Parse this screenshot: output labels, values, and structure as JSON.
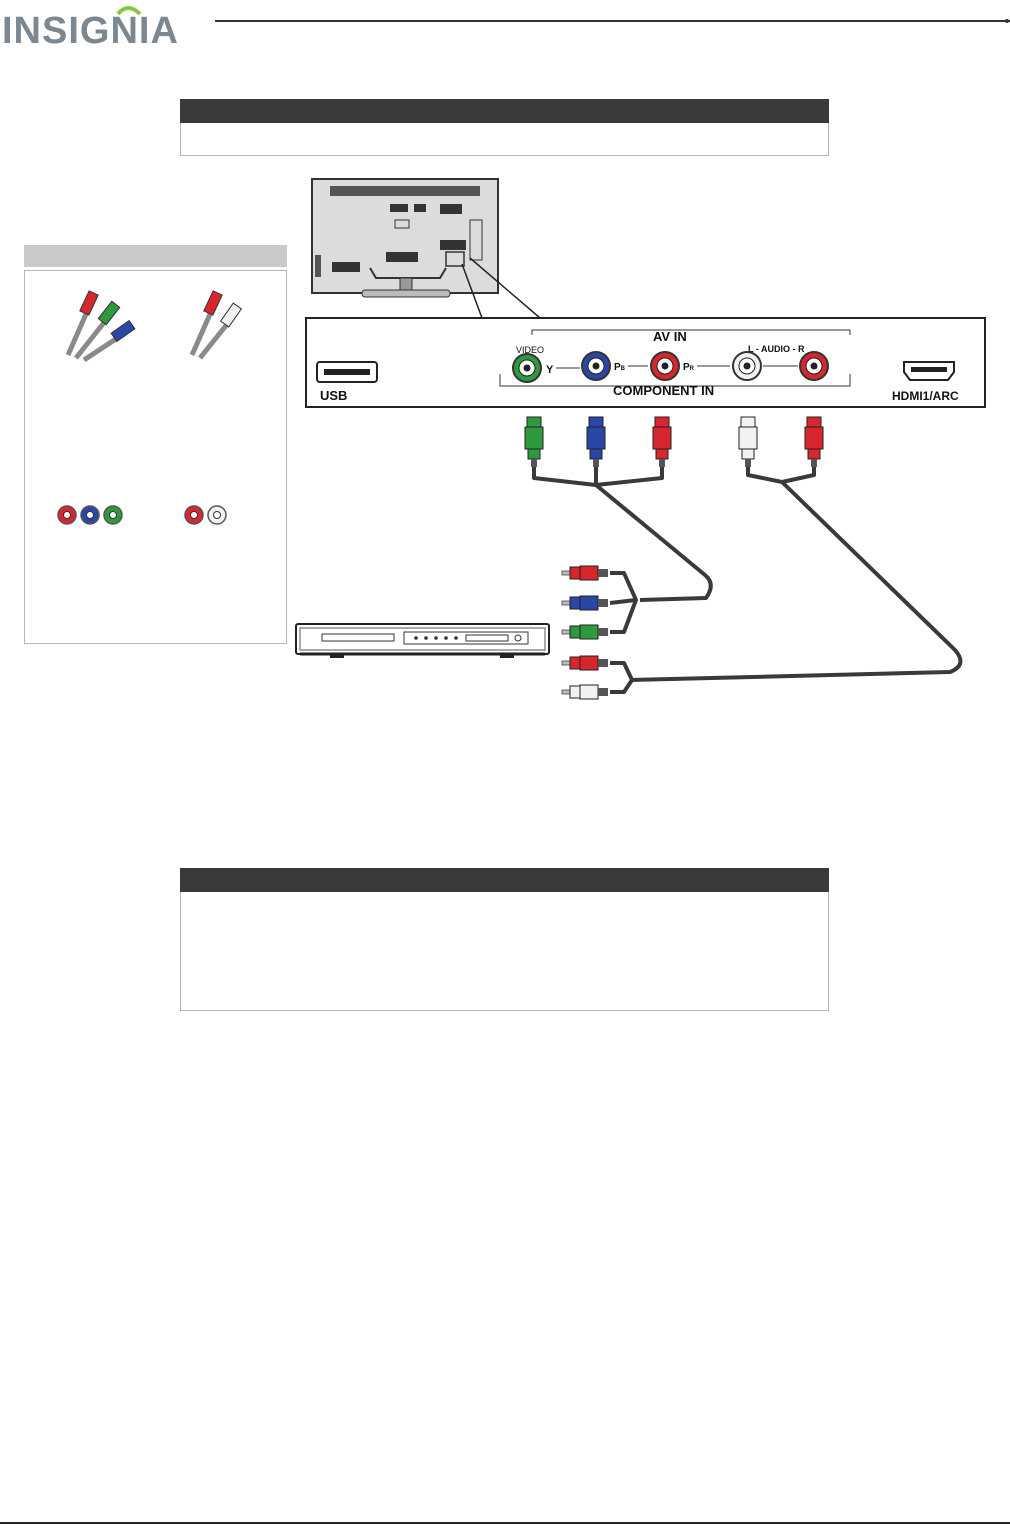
{
  "brand": {
    "name": "INSIGNIA"
  },
  "tv_panel": {
    "group_top_label": "AV IN",
    "group_bottom_label": "COMPONENT IN",
    "audio_label": "L - AUDIO -  R",
    "video_label": "VIDEO",
    "y_label": "Y",
    "pb_label": "P",
    "pb_sub": "B",
    "pr_label": "P",
    "pr_sub": "R",
    "usb_label": "USB",
    "hdmi_label": "HDMI1/ARC"
  },
  "colors": {
    "green": "#2e9a3e",
    "blue": "#2a47a8",
    "red": "#d8262e",
    "white": "#f2f2f2",
    "header_bar": "#3a3a3a"
  }
}
